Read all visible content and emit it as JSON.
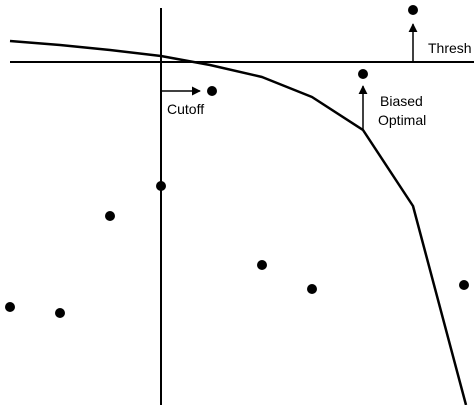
{
  "labels": {
    "threshold": "Thresh",
    "cutoff": "Cutoff",
    "biased_line1": "Biased",
    "biased_line2": "Optimal"
  },
  "colors": {
    "ink": "#000000",
    "background": "#ffffff"
  }
}
